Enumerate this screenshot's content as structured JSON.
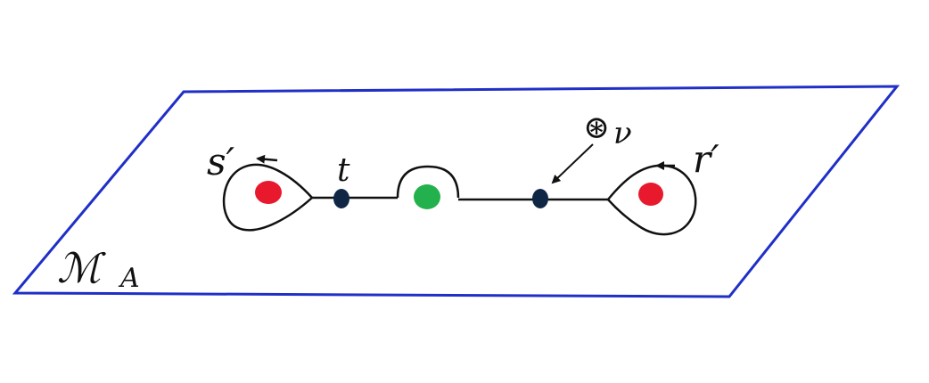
{
  "colors": {
    "plane_border": "#1f2fc7",
    "curve": "#111111",
    "puncture_red": "#e8192c",
    "puncture_green": "#22b14c",
    "basepoint": "#0f2745"
  },
  "labels": {
    "manifold": "ℳ",
    "manifold_sub": "A",
    "s_prime": "s′",
    "r_prime": "r′",
    "t": "t",
    "basepoint_symbol": "⊛",
    "basepoint_nu": "ν"
  }
}
